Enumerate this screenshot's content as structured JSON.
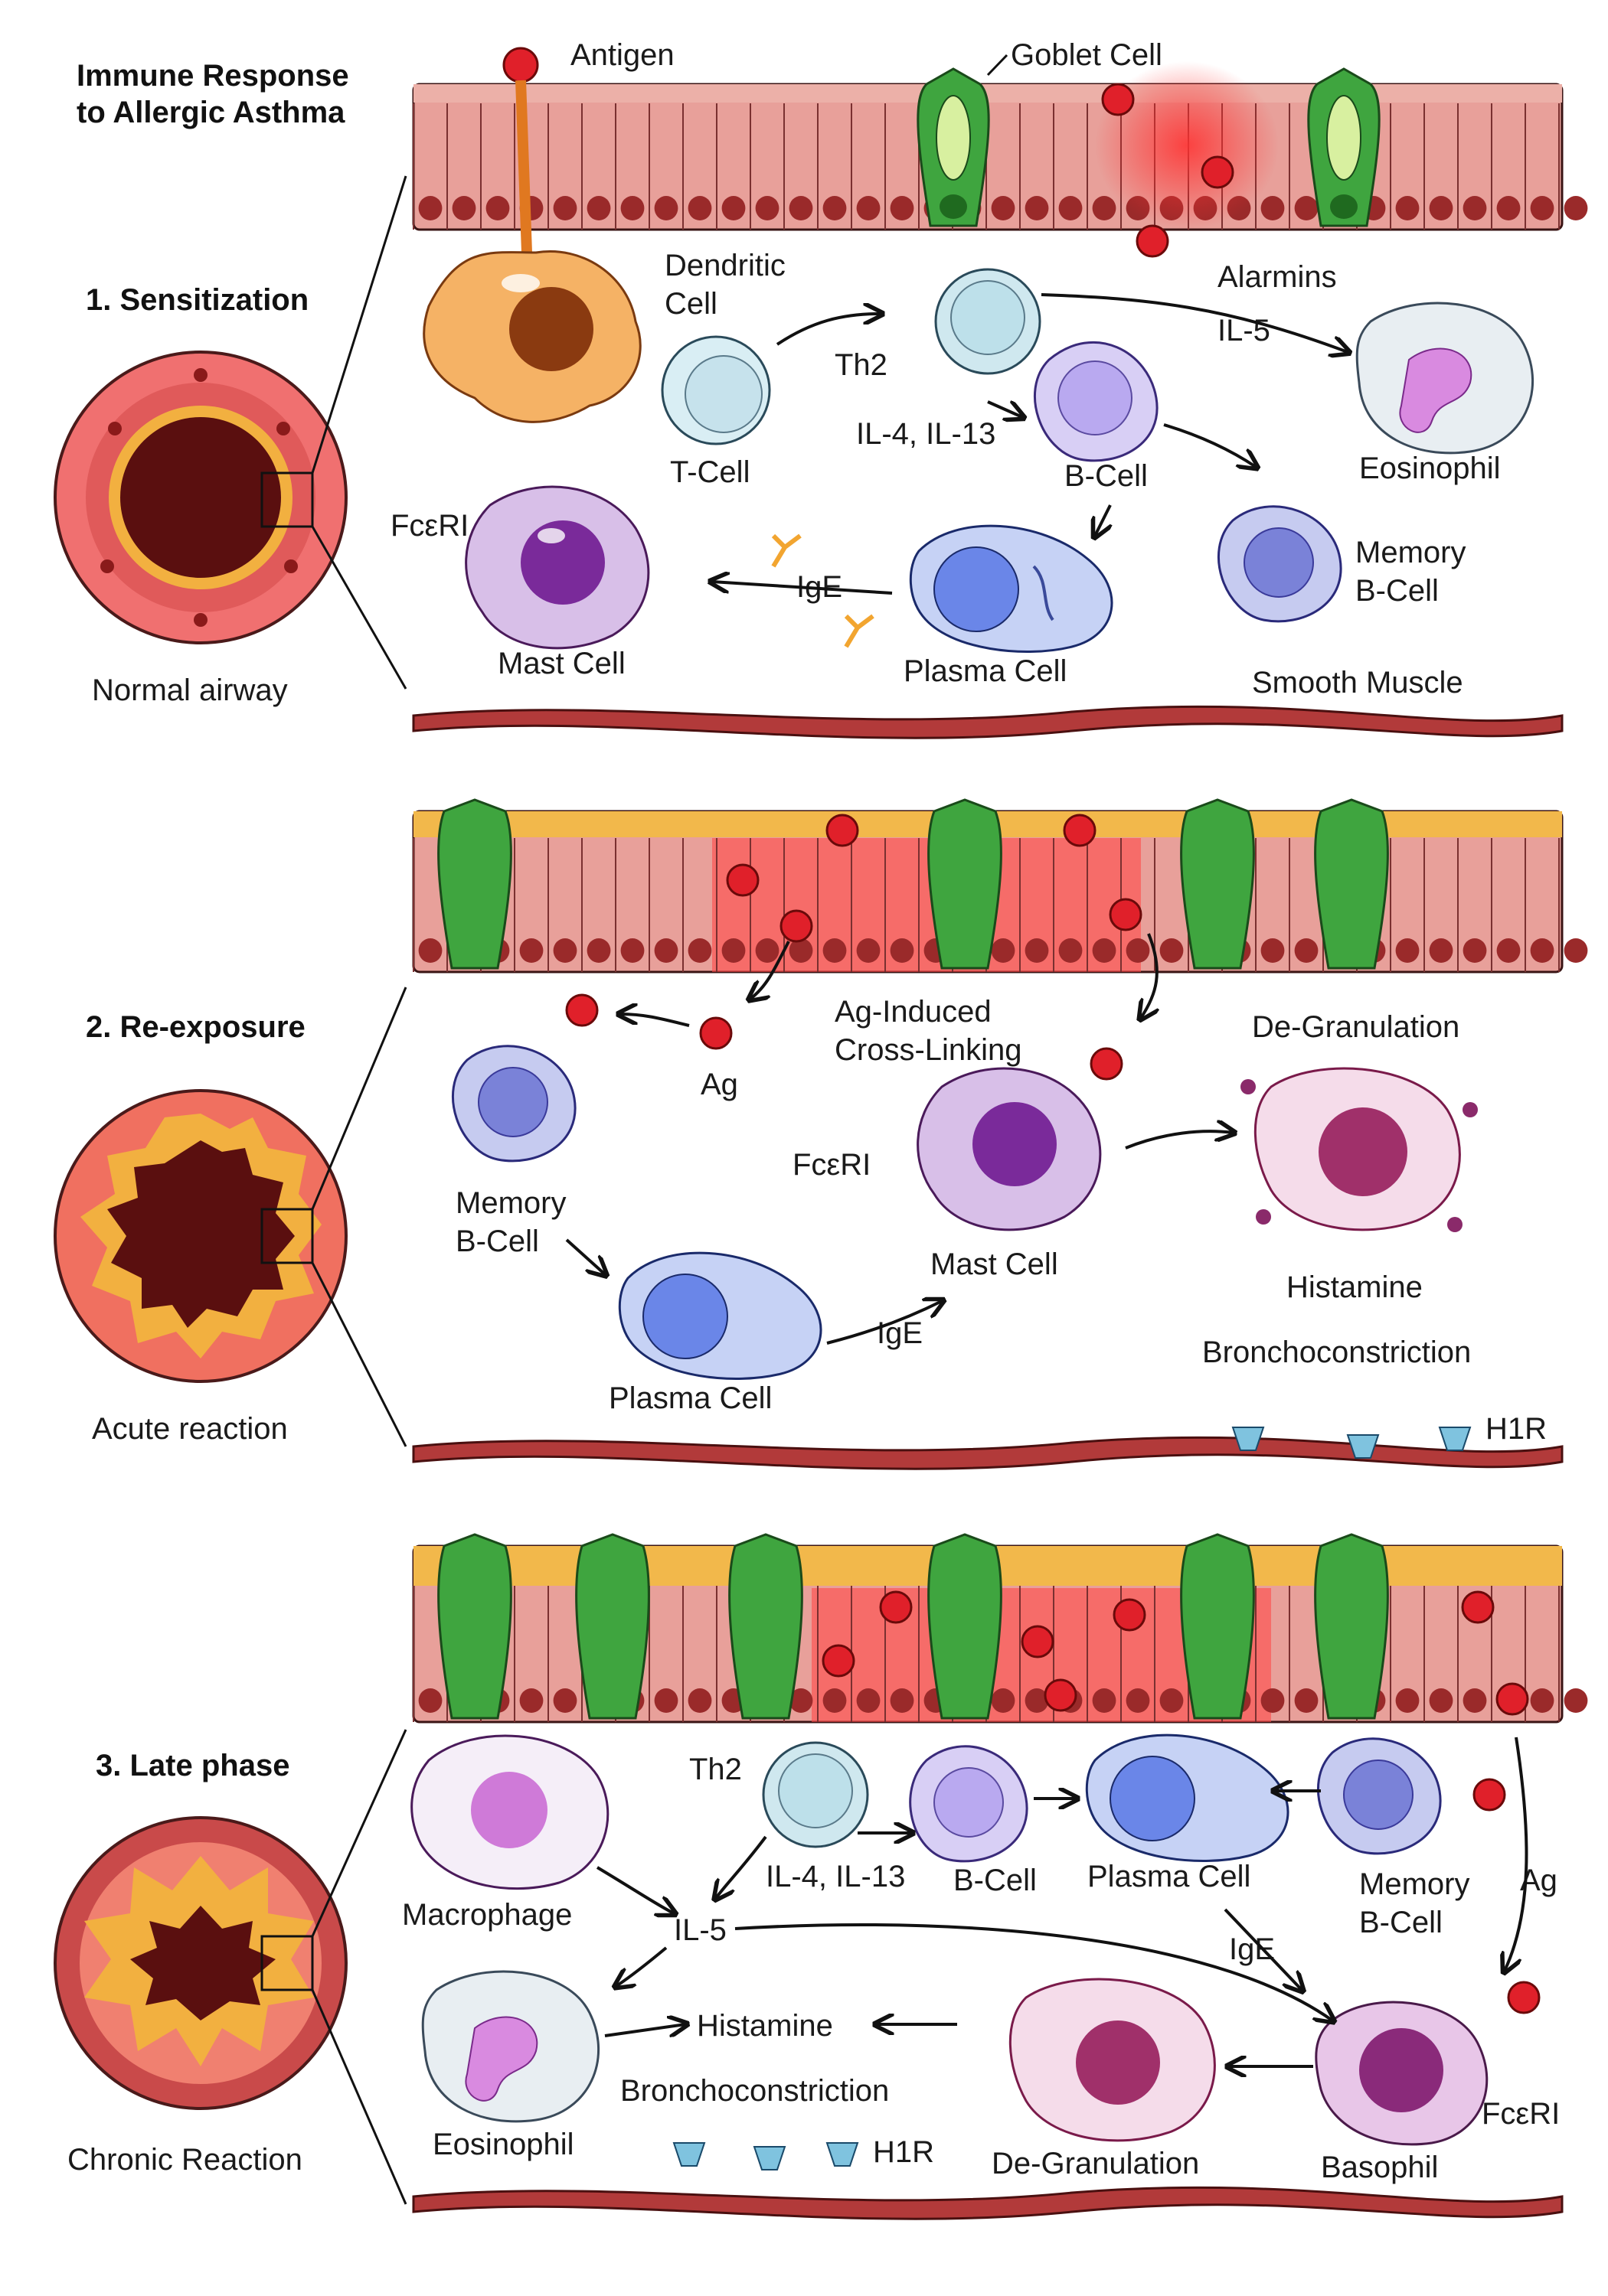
{
  "title": {
    "line1": "Immune Response",
    "line2": "to Allergic Asthma"
  },
  "stages": [
    {
      "heading": "1. Sensitization",
      "airway_caption": "Normal airway"
    },
    {
      "heading": "2. Re-exposure",
      "airway_caption": "Acute reaction"
    },
    {
      "heading": "3. Late phase",
      "airway_caption": "Chronic Reaction"
    }
  ],
  "panel1": {
    "antigen": "Antigen",
    "goblet_cell": "Goblet Cell",
    "dendritic_cell": [
      "Dendritic",
      "Cell"
    ],
    "alarmins": "Alarmins",
    "th2": "Th2",
    "il5": "IL-5",
    "il4_il13": "IL-4, IL-13",
    "t_cell": "T-Cell",
    "b_cell": "B-Cell",
    "eosinophil": "Eosinophil",
    "fceri": "FcεRI",
    "memory_b_cell": [
      "Memory",
      "B-Cell"
    ],
    "ige": "IgE",
    "mast_cell": "Mast Cell",
    "plasma_cell": "Plasma Cell",
    "smooth_muscle": "Smooth Muscle"
  },
  "panel2": {
    "ag": "Ag",
    "ag_induced": [
      "Ag-Induced",
      "Cross-Linking"
    ],
    "de_granulation": "De-Granulation",
    "memory_b_cell": [
      "Memory",
      "B-Cell"
    ],
    "fceri": "FcεRI",
    "mast_cell": "Mast Cell",
    "histamine": "Histamine",
    "ige": "IgE",
    "bronchoconstriction": "Bronchoconstriction",
    "plasma_cell": "Plasma Cell",
    "h1r": "H1R"
  },
  "panel3": {
    "th2": "Th2",
    "macrophage": "Macrophage",
    "il4_il13": "IL-4, IL-13",
    "b_cell": "B-Cell",
    "plasma_cell": "Plasma Cell",
    "memory_b_cell": [
      "Memory",
      "B-Cell"
    ],
    "ag": "Ag",
    "il5": "IL-5",
    "ige": "IgE",
    "histamine": "Histamine",
    "bronchoconstriction": "Bronchoconstriction",
    "eosinophil": "Eosinophil",
    "h1r": "H1R",
    "de_granulation": "De-Granulation",
    "basophil": "Basophil",
    "fceri": "FcεRI"
  },
  "colors": {
    "epithelium": "#e8a09a",
    "epithelium_inflamed": "#f04040",
    "goblet": "#3fa53f",
    "mucus": "#f2b84b",
    "smooth_muscle": "#b23a3a",
    "antigen": "#e0202a",
    "dendritic": "#f0a040",
    "t_cell": "#cfe8ef",
    "b_cell": "#b9a9f0",
    "plasma_cell": "#6a86e8",
    "mast_cell": "#c9a0e0",
    "eosinophil": "#d98ae0",
    "basophil": "#a04090",
    "h1r": "#7fc3df",
    "antibody_orange": "#f2a530",
    "antibody_blue": "#2ab4e0"
  }
}
